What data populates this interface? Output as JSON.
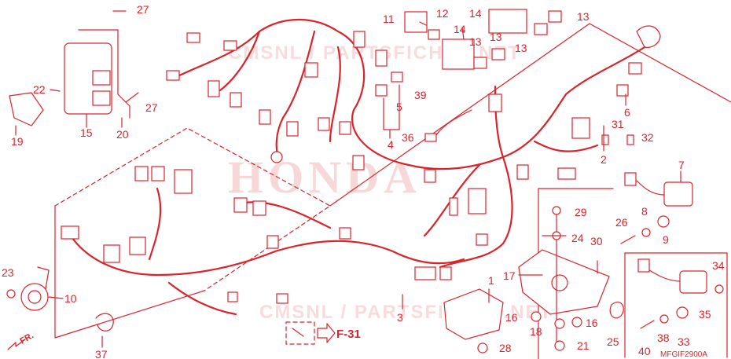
{
  "diagram_code": "MFGIF2900A",
  "reference_label": "F-31",
  "direction_label": "FR.",
  "watermark": {
    "brand": "HONDA",
    "site": "CMSNL / PARTSFICHES.NET"
  },
  "callouts": [
    {
      "id": "1",
      "text": "1"
    },
    {
      "id": "2",
      "text": "2"
    },
    {
      "id": "3",
      "text": "3"
    },
    {
      "id": "4",
      "text": "4"
    },
    {
      "id": "5",
      "text": "5"
    },
    {
      "id": "6",
      "text": "6"
    },
    {
      "id": "7",
      "text": "7"
    },
    {
      "id": "8",
      "text": "8"
    },
    {
      "id": "9",
      "text": "9"
    },
    {
      "id": "10",
      "text": "10"
    },
    {
      "id": "11",
      "text": "11"
    },
    {
      "id": "12",
      "text": "12"
    },
    {
      "id": "13a",
      "text": "13"
    },
    {
      "id": "13b",
      "text": "13"
    },
    {
      "id": "13c",
      "text": "13"
    },
    {
      "id": "13d",
      "text": "13"
    },
    {
      "id": "14a",
      "text": "14"
    },
    {
      "id": "14b",
      "text": "14"
    },
    {
      "id": "15",
      "text": "15"
    },
    {
      "id": "16a",
      "text": "16"
    },
    {
      "id": "16b",
      "text": "16"
    },
    {
      "id": "17",
      "text": "17"
    },
    {
      "id": "18",
      "text": "18"
    },
    {
      "id": "19",
      "text": "19"
    },
    {
      "id": "20",
      "text": "20"
    },
    {
      "id": "21",
      "text": "21"
    },
    {
      "id": "22",
      "text": "22"
    },
    {
      "id": "23",
      "text": "23"
    },
    {
      "id": "24",
      "text": "24"
    },
    {
      "id": "25",
      "text": "25"
    },
    {
      "id": "26",
      "text": "26"
    },
    {
      "id": "27a",
      "text": "27"
    },
    {
      "id": "27b",
      "text": "27"
    },
    {
      "id": "28",
      "text": "28"
    },
    {
      "id": "29",
      "text": "29"
    },
    {
      "id": "30",
      "text": "30"
    },
    {
      "id": "31",
      "text": "31"
    },
    {
      "id": "32",
      "text": "32"
    },
    {
      "id": "33",
      "text": "33"
    },
    {
      "id": "34",
      "text": "34"
    },
    {
      "id": "35",
      "text": "35"
    },
    {
      "id": "36",
      "text": "36"
    },
    {
      "id": "37",
      "text": "37"
    },
    {
      "id": "38",
      "text": "38"
    },
    {
      "id": "39",
      "text": "39"
    },
    {
      "id": "40",
      "text": "40"
    }
  ],
  "colors": {
    "line": "#d9242c",
    "background": "#ffffff",
    "watermark": "#f3b8ba"
  }
}
